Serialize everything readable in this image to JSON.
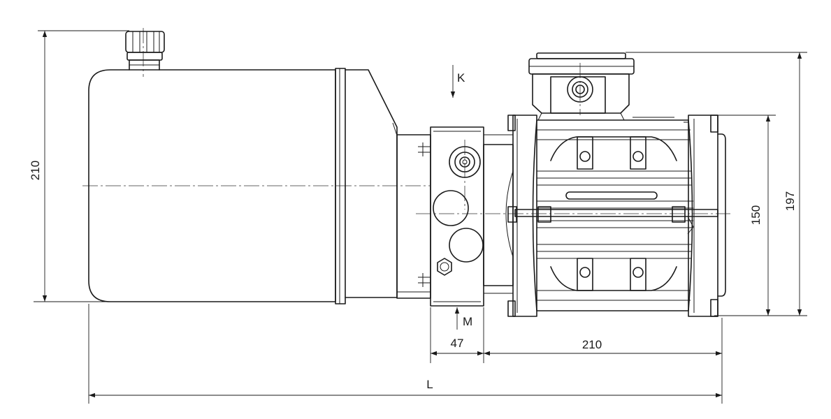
{
  "dimensions": {
    "tank_height": "210",
    "flange_width": "47",
    "motor_length": "210",
    "overall_length": "L",
    "motor_body_height": "150",
    "motor_total_height": "197"
  },
  "view_markers": {
    "top_arrow": "K",
    "bottom_arrow": "M"
  }
}
